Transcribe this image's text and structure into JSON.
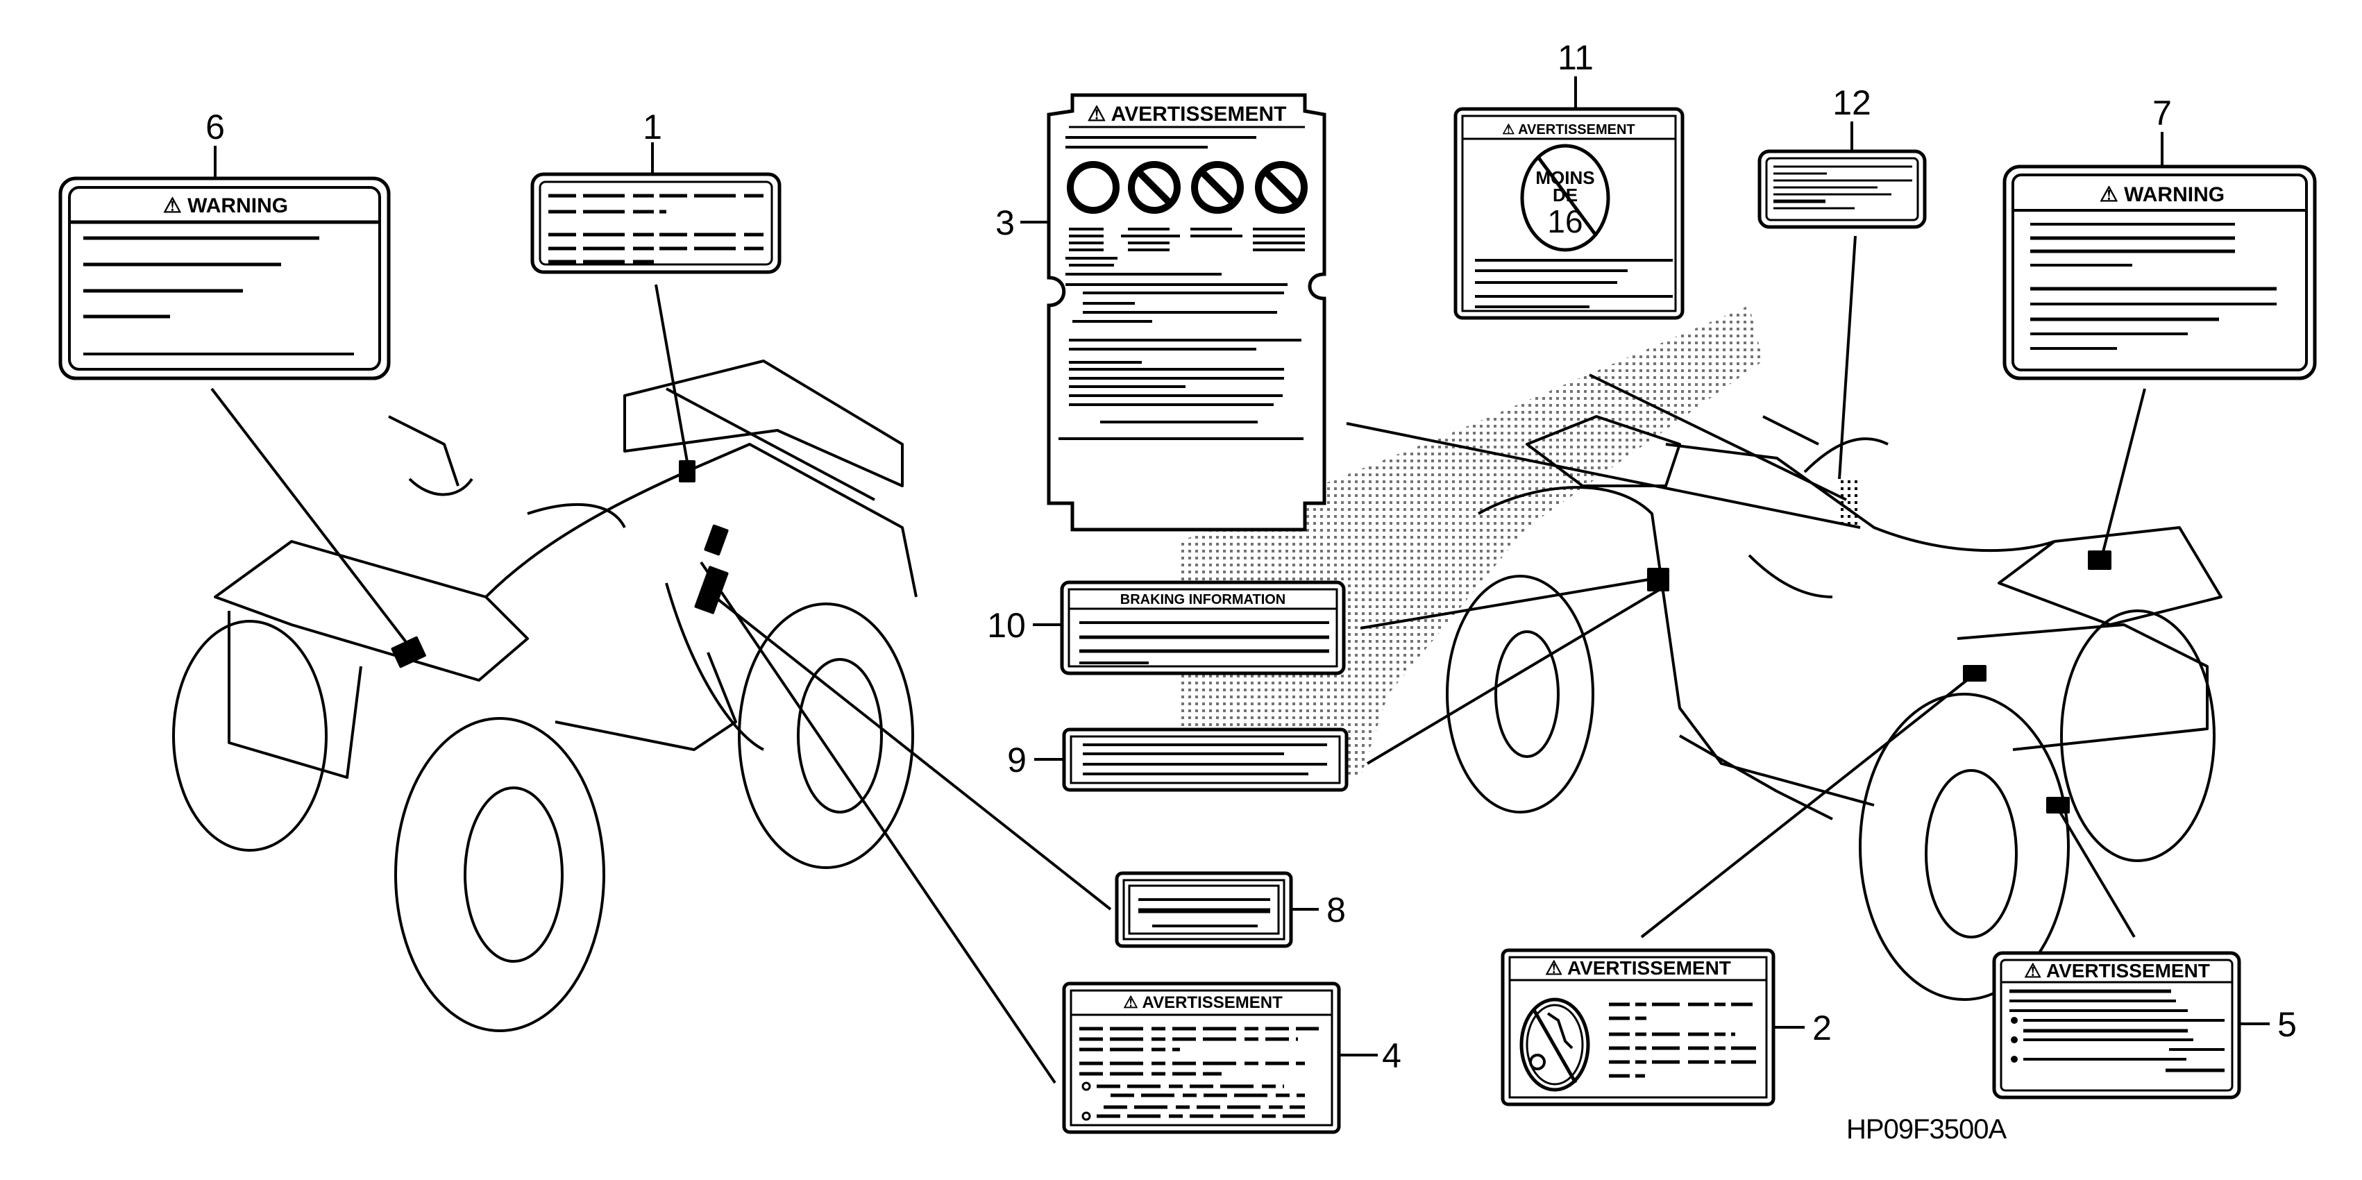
{
  "diagram": {
    "part_code": "HP09F3500A",
    "subject": "ATV caution labels",
    "colors": {
      "ink": "#000000",
      "background": "#ffffff"
    }
  },
  "labels": [
    {
      "number": "1",
      "title": "",
      "kind": "dashed-text"
    },
    {
      "number": "2",
      "title": "AVERTISSEMENT",
      "kind": "no-tools-icon"
    },
    {
      "number": "3",
      "title": "AVERTISSEMENT",
      "kind": "four-circles"
    },
    {
      "number": "4",
      "title": "AVERTISSEMENT",
      "kind": "dashed-bullets"
    },
    {
      "number": "5",
      "title": "AVERTISSEMENT",
      "kind": "bullets"
    },
    {
      "number": "6",
      "title": "WARNING",
      "kind": "text"
    },
    {
      "number": "7",
      "title": "WARNING",
      "kind": "text"
    },
    {
      "number": "8",
      "title": "",
      "kind": "small-text"
    },
    {
      "number": "9",
      "title": "",
      "kind": "text"
    },
    {
      "number": "10",
      "title": "BRAKING INFORMATION",
      "kind": "text"
    },
    {
      "number": "11",
      "title": "AVERTISSEMENT",
      "kind": "age-icon",
      "icon_text": [
        "MOINS",
        "DE",
        "16"
      ]
    },
    {
      "number": "12",
      "title": "",
      "kind": "text"
    }
  ]
}
